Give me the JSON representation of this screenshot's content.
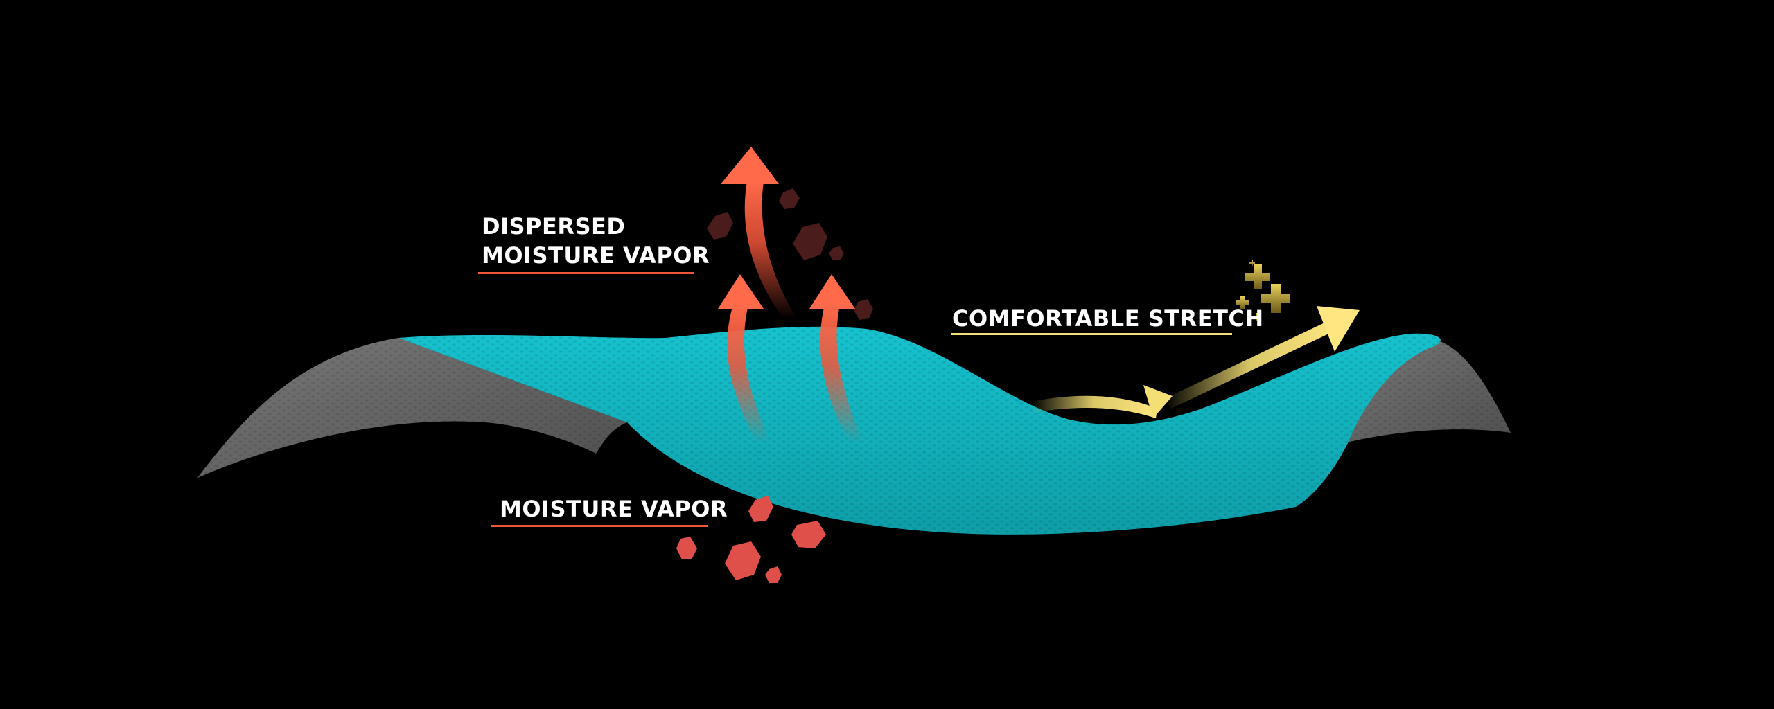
{
  "labels": {
    "dispersed_line1": "DISPERSED",
    "dispersed_line2": "MOISTURE VAPOR",
    "moisture_vapor": "MOISTURE VAPOR",
    "comfortable_stretch": "COMFORTABLE STRETCH"
  },
  "icons": {
    "vapor_arrows": "up-arrow-icon",
    "stretch_arrow": "right-arrow-icon",
    "sparkle": "plus-sparkle-icon",
    "droplets": "hexagon-droplet-icon"
  },
  "colors": {
    "background": "#000000",
    "fabric_teal": "#13b7c2",
    "fabric_gray": "#6b6b6b",
    "vapor_red": "#f0553a",
    "droplet_red": "#e0504a",
    "droplet_dark": "#4a1c1c",
    "stretch_gold": "#f3df74",
    "label_text": "#ffffff"
  }
}
